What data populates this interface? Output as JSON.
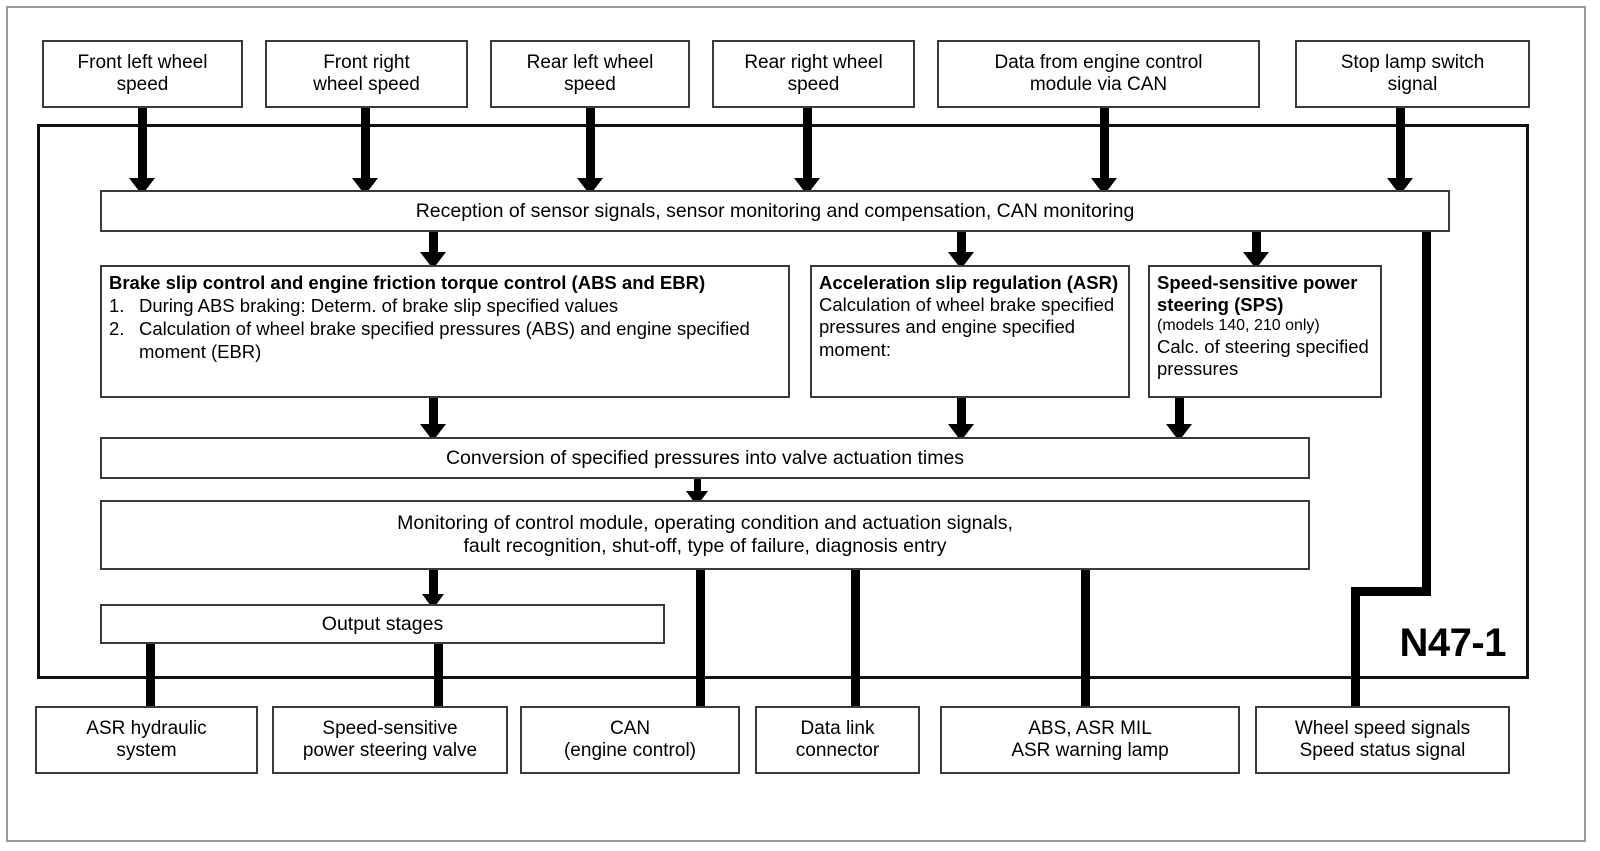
{
  "diagram": {
    "module_label": "N47-1",
    "inputs": [
      {
        "label": "Front left wheel\nspeed"
      },
      {
        "label": "Front right\nwheel speed"
      },
      {
        "label": "Rear left wheel\nspeed"
      },
      {
        "label": "Rear right wheel\nspeed"
      },
      {
        "label": "Data from engine control\nmodule via CAN"
      },
      {
        "label": "Stop lamp switch\nsignal"
      }
    ],
    "reception": {
      "label": "Reception of sensor signals, sensor monitoring and compensation, CAN monitoring"
    },
    "strategies": {
      "abs": {
        "title": "Brake slip control and engine friction torque control (ABS and EBR)",
        "items": [
          {
            "num": "1.",
            "text": "During ABS braking: Determ. of brake slip specified values"
          },
          {
            "num": "2.",
            "text": "Calculation of wheel brake specified pressures (ABS) and engine specified moment (EBR)"
          }
        ]
      },
      "asr": {
        "title": "Acceleration slip regulation (ASR)",
        "body": "Calculation of wheel brake specified pressures and engine specified moment:"
      },
      "sps": {
        "title": "Speed-sensitive power steering (SPS)",
        "note": "(models 140, 210 only)",
        "body": "Calc. of steering specified pressures"
      }
    },
    "conversion": {
      "label": "Conversion of specified pressures into valve actuation times"
    },
    "monitoring": {
      "label": "Monitoring of control module, operating condition and actuation signals,\nfault recognition, shut-off, type of failure, diagnosis entry"
    },
    "output_stages": {
      "label": "Output stages"
    },
    "outputs": [
      {
        "label": "ASR hydraulic\nsystem"
      },
      {
        "label": "Speed-sensitive\npower steering valve"
      },
      {
        "label": "CAN\n(engine control)"
      },
      {
        "label": "Data link\nconnector"
      },
      {
        "label": "ABS, ASR MIL\nASR warning lamp"
      },
      {
        "label": "Wheel speed signals\nSpeed status signal"
      }
    ],
    "colors": {
      "line": "#000000",
      "box_border": "#3a3a3a",
      "module_border": "#111111",
      "page_border": "#9a9a9a",
      "background": "#ffffff"
    }
  }
}
